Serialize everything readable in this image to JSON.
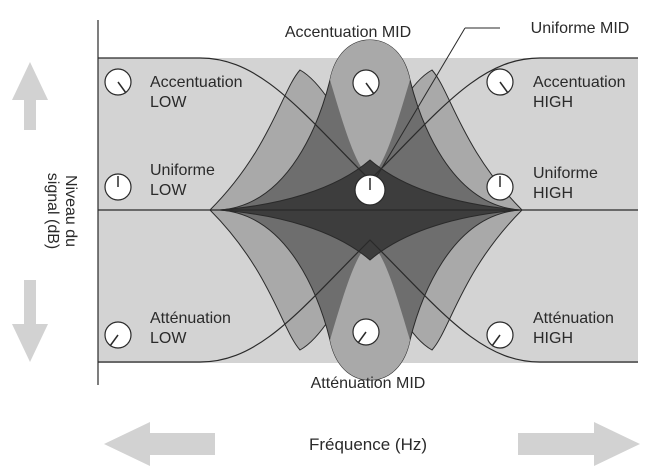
{
  "mid_labels": {
    "accent_mid": "Accentuation MID",
    "uniform_mid": "Uniforme MID",
    "atten_mid": "Atténuation MID"
  },
  "low_labels": {
    "accent": [
      "Accentuation",
      "LOW"
    ],
    "uniform": [
      "Uniforme",
      "LOW"
    ],
    "atten": [
      "Atténuation",
      "LOW"
    ]
  },
  "high_labels": {
    "accent": [
      "Accentuation",
      "HIGH"
    ],
    "uniform": [
      "Uniforme",
      "HIGH"
    ],
    "atten": [
      "Atténuation",
      "HIGH"
    ]
  },
  "axis": {
    "y_label_line1": "Niveau du",
    "y_label_line2": "signal (dB)",
    "x_label": "Fréquence (Hz)"
  },
  "colors": {
    "light": "#d3d3d3",
    "medium": "#a9a9a9",
    "dark": "#6e6e6e",
    "darkest": "#3d3d3d",
    "arrow": "#d2d2d2",
    "stroke": "#2a2a2a"
  }
}
